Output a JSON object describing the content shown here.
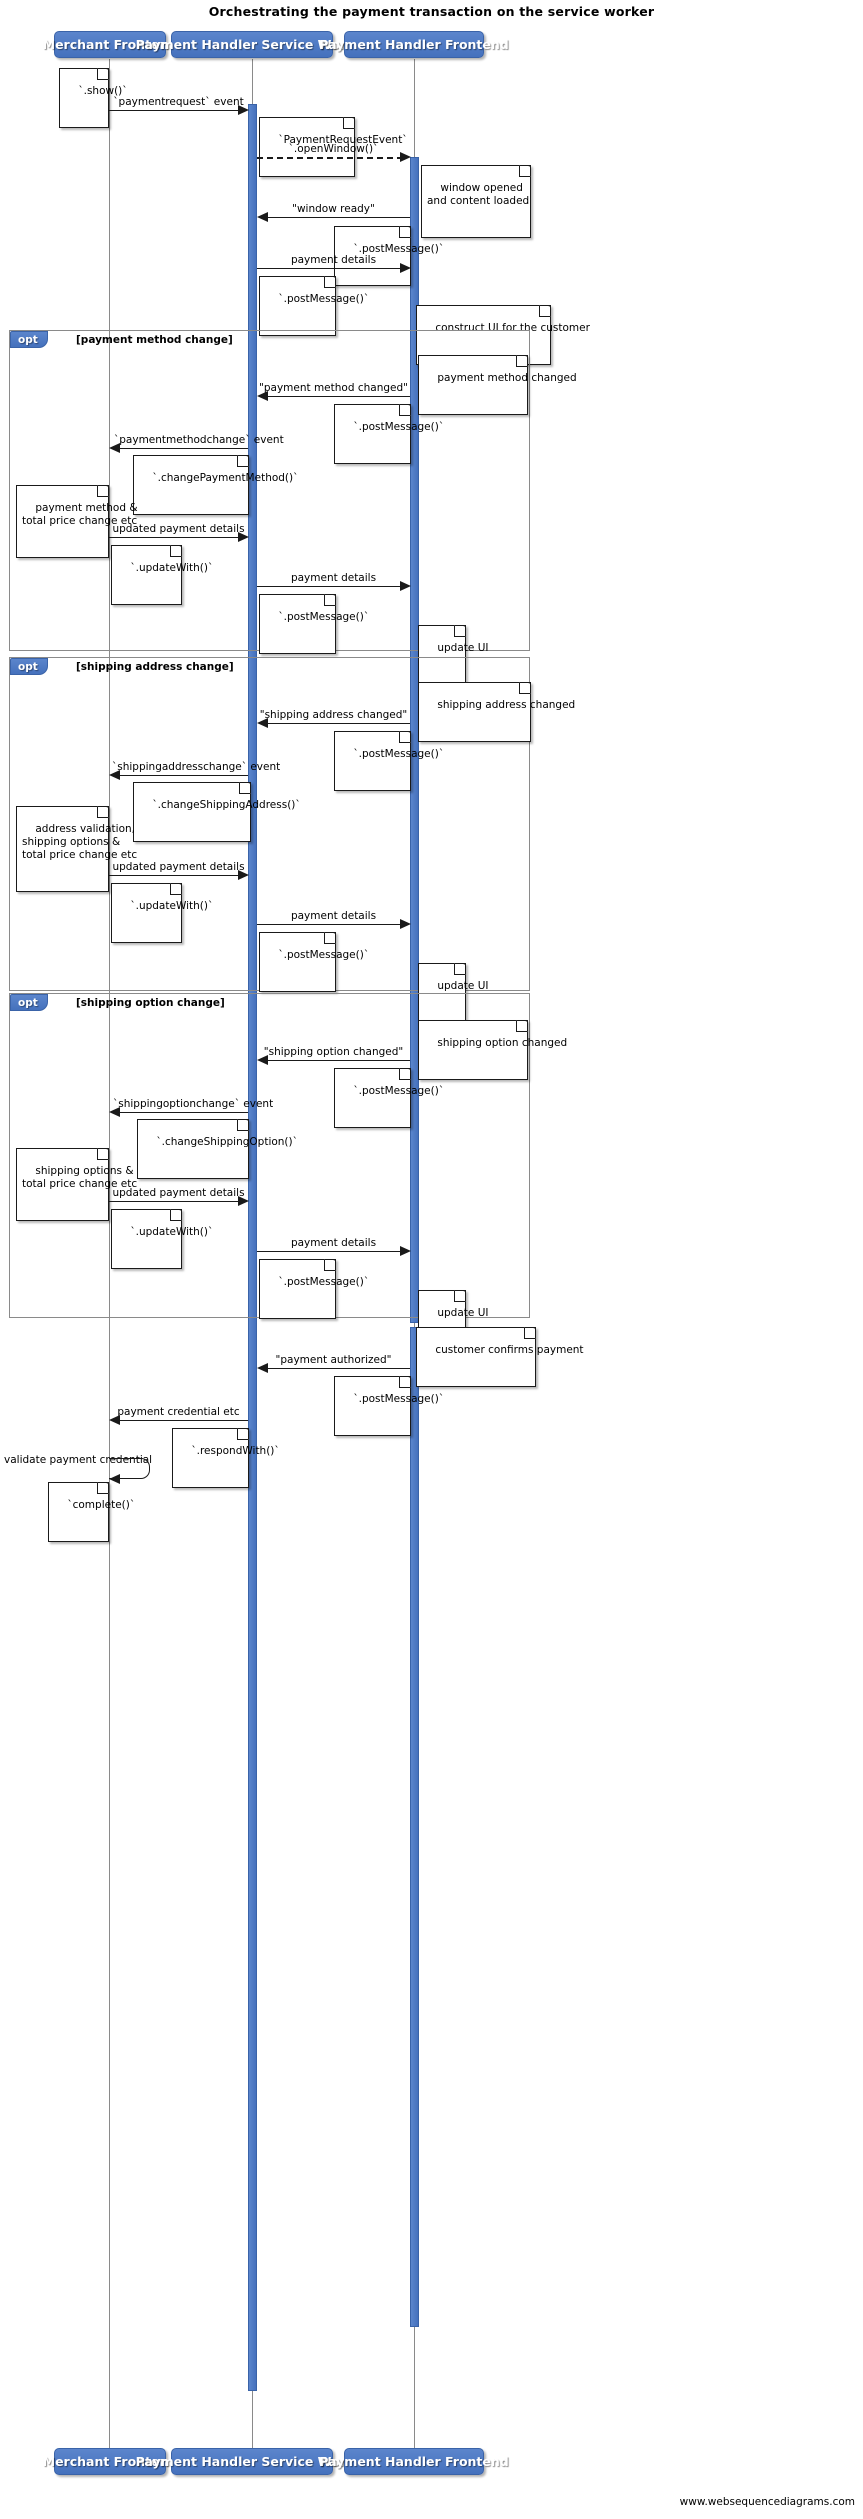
{
  "diagram": {
    "title": "Orchestrating the payment transaction on the service worker",
    "footer": "www.websequencediagrams.com",
    "accent_color": "#4a77c4",
    "lifeline_color": "#8a8a8a",
    "line_color": "#1a1a1a"
  },
  "actors": [
    {
      "id": "merchant",
      "label": "Merchant Frontend"
    },
    {
      "id": "sw",
      "label": "Payment Handler Service Worker"
    },
    {
      "id": "phfrontend",
      "label": "Payment Handler Frontend"
    }
  ],
  "actors_bottom": [
    {
      "id": "merchant",
      "label": "Merchant Frontend"
    },
    {
      "id": "sw",
      "label": "Payment Handler Service Worker"
    },
    {
      "id": "phfrontend",
      "label": "Payment Handler Frontend"
    }
  ],
  "fragments": [
    {
      "id": "opt1",
      "kind": "opt",
      "condition": "[payment method change]"
    },
    {
      "id": "opt2",
      "kind": "opt",
      "condition": "[shipping address change]"
    },
    {
      "id": "opt3",
      "kind": "opt",
      "condition": "[shipping option change]"
    }
  ],
  "messages": [
    {
      "id": "m1",
      "label": "`paymentrequest` event",
      "from": "merchant",
      "to": "sw"
    },
    {
      "id": "m2",
      "label": "`.openWindow()`",
      "from": "sw",
      "to": "phfrontend",
      "style": "dashed"
    },
    {
      "id": "m3",
      "label": "\"window ready\"",
      "from": "phfrontend",
      "to": "sw"
    },
    {
      "id": "m4",
      "label": "payment details",
      "from": "sw",
      "to": "phfrontend"
    },
    {
      "id": "m5",
      "label": "\"payment method changed\"",
      "from": "phfrontend",
      "to": "sw"
    },
    {
      "id": "m6",
      "label": "`paymentmethodchange` event",
      "from": "sw",
      "to": "merchant"
    },
    {
      "id": "m7",
      "label": "updated payment details",
      "from": "merchant",
      "to": "sw"
    },
    {
      "id": "m8",
      "label": "payment details",
      "from": "sw",
      "to": "phfrontend"
    },
    {
      "id": "m9",
      "label": "\"shipping address changed\"",
      "from": "phfrontend",
      "to": "sw"
    },
    {
      "id": "m10",
      "label": "`shippingaddresschange` event",
      "from": "sw",
      "to": "merchant"
    },
    {
      "id": "m11",
      "label": "updated payment details",
      "from": "merchant",
      "to": "sw"
    },
    {
      "id": "m12",
      "label": "payment details",
      "from": "sw",
      "to": "phfrontend"
    },
    {
      "id": "m13",
      "label": "\"shipping option changed\"",
      "from": "phfrontend",
      "to": "sw"
    },
    {
      "id": "m14",
      "label": "`shippingoptionchange` event",
      "from": "sw",
      "to": "merchant"
    },
    {
      "id": "m15",
      "label": "updated payment details",
      "from": "merchant",
      "to": "sw"
    },
    {
      "id": "m16",
      "label": "payment details",
      "from": "sw",
      "to": "phfrontend"
    },
    {
      "id": "m17",
      "label": "\"payment authorized\"",
      "from": "phfrontend",
      "to": "sw"
    },
    {
      "id": "m18",
      "label": "payment credential etc",
      "from": "sw",
      "to": "merchant"
    },
    {
      "id": "m19",
      "label": "validate payment credential",
      "from": "merchant",
      "to": "merchant",
      "style": "self"
    }
  ],
  "notes": [
    {
      "id": "n1",
      "text": "`.show()`"
    },
    {
      "id": "n2",
      "text": "`PaymentRequestEvent`"
    },
    {
      "id": "n3",
      "text": "window opened\nand content loaded"
    },
    {
      "id": "n4",
      "text": "`.postMessage()`"
    },
    {
      "id": "n5",
      "text": "`.postMessage()`"
    },
    {
      "id": "n6",
      "text": "construct UI for the customer"
    },
    {
      "id": "n7",
      "text": "payment method changed"
    },
    {
      "id": "n8",
      "text": "`.postMessage()`"
    },
    {
      "id": "n9",
      "text": "`.changePaymentMethod()`"
    },
    {
      "id": "n10",
      "text": "payment method &\ntotal price change etc"
    },
    {
      "id": "n11",
      "text": "`.updateWith()`"
    },
    {
      "id": "n12",
      "text": "`.postMessage()`"
    },
    {
      "id": "n13",
      "text": "update UI"
    },
    {
      "id": "n14",
      "text": "shipping address changed"
    },
    {
      "id": "n15",
      "text": "`.postMessage()`"
    },
    {
      "id": "n16",
      "text": "`.changeShippingAddress()`"
    },
    {
      "id": "n17",
      "text": "address validation,\nshipping options &\ntotal price change etc"
    },
    {
      "id": "n18",
      "text": "`.updateWith()`"
    },
    {
      "id": "n19",
      "text": "`.postMessage()`"
    },
    {
      "id": "n20",
      "text": "update UI"
    },
    {
      "id": "n21",
      "text": "shipping option changed"
    },
    {
      "id": "n22",
      "text": "`.postMessage()`"
    },
    {
      "id": "n23",
      "text": "`.changeShippingOption()`"
    },
    {
      "id": "n24",
      "text": "shipping options &\ntotal price change etc"
    },
    {
      "id": "n25",
      "text": "`.updateWith()`"
    },
    {
      "id": "n26",
      "text": "`.postMessage()`"
    },
    {
      "id": "n27",
      "text": "update UI"
    },
    {
      "id": "n28",
      "text": "customer confirms payment"
    },
    {
      "id": "n29",
      "text": "`.postMessage()`"
    },
    {
      "id": "n30",
      "text": "`.respondWith()`"
    },
    {
      "id": "n31",
      "text": "`complete()`"
    }
  ]
}
